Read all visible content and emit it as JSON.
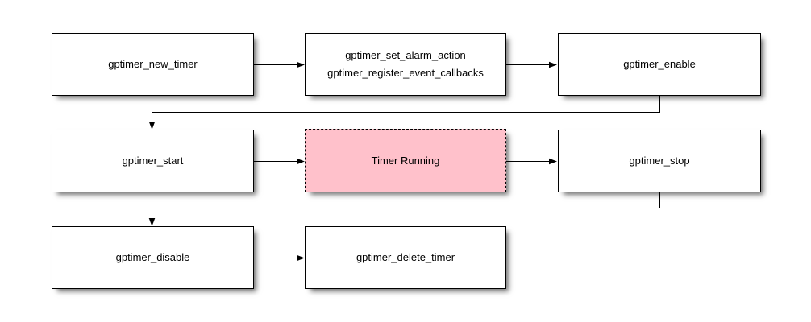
{
  "diagram": {
    "type": "flowchart",
    "background_color": "#ffffff",
    "node_border_color": "#000000",
    "node_fill_color": "#ffffff",
    "highlight_fill_color": "#ffc1cb",
    "text_color": "#000000",
    "nodes": [
      {
        "id": "gptimer_new_timer",
        "label": "gptimer_new_timer",
        "style": "solid-white"
      },
      {
        "id": "gptimer_configure",
        "lines": [
          "gptimer_set_alarm_action",
          "gptimer_register_event_callbacks"
        ],
        "style": "solid-white"
      },
      {
        "id": "gptimer_enable",
        "label": "gptimer_enable",
        "style": "solid-white"
      },
      {
        "id": "gptimer_start",
        "label": "gptimer_start",
        "style": "solid-white"
      },
      {
        "id": "timer_running",
        "label": "Timer Running",
        "style": "dashed-pink"
      },
      {
        "id": "gptimer_stop",
        "label": "gptimer_stop",
        "style": "solid-white"
      },
      {
        "id": "gptimer_disable",
        "label": "gptimer_disable",
        "style": "solid-white"
      },
      {
        "id": "gptimer_delete_timer",
        "label": "gptimer_delete_timer",
        "style": "solid-white"
      }
    ],
    "edges": [
      {
        "from": "gptimer_new_timer",
        "to": "gptimer_configure",
        "shape": "straight-right"
      },
      {
        "from": "gptimer_configure",
        "to": "gptimer_enable",
        "shape": "straight-right"
      },
      {
        "from": "gptimer_enable",
        "to": "gptimer_start",
        "shape": "elbow-down-left-down"
      },
      {
        "from": "gptimer_start",
        "to": "timer_running",
        "shape": "straight-right"
      },
      {
        "from": "timer_running",
        "to": "gptimer_stop",
        "shape": "straight-right"
      },
      {
        "from": "gptimer_stop",
        "to": "gptimer_disable",
        "shape": "elbow-down-left-down"
      },
      {
        "from": "gptimer_disable",
        "to": "gptimer_delete_timer",
        "shape": "straight-right"
      }
    ]
  }
}
